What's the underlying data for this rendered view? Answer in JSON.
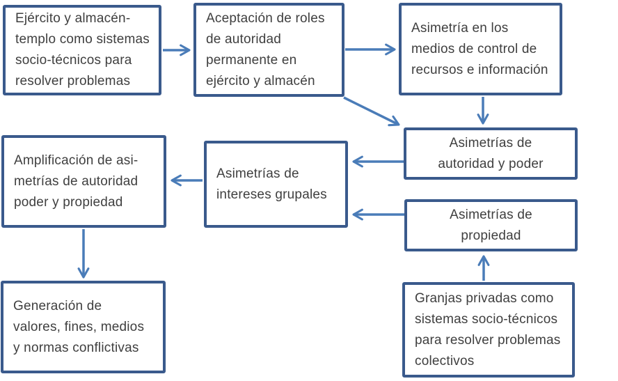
{
  "diagram": {
    "type": "flowchart",
    "colors": {
      "box_border": "#3a5a8c",
      "arrow": "#4a7cb8",
      "text": "#3f3f3f",
      "background": "#ffffff"
    },
    "boxes": [
      {
        "id": "ejercito-almacen",
        "text": "Ejército y almacén-\ntemplo como sistemas\nsocio-técnicos para\nresolver problemas"
      },
      {
        "id": "aceptacion-roles",
        "text": "Aceptación de roles\nde autoridad\npermanente en\nejército y almacén"
      },
      {
        "id": "asimetria-medios",
        "text": "Asimetría en los\nmedios de control de\nrecursos e información"
      },
      {
        "id": "asimetrias-autoridad-poder",
        "text": "Asimetrías de\nautoridad y poder"
      },
      {
        "id": "asimetrias-intereses",
        "text": "Asimetrías de\nintereses grupales"
      },
      {
        "id": "amplificacion-asimetrias",
        "text": "Amplificación de asi-\nmetrías de autoridad\npoder y propiedad"
      },
      {
        "id": "asimetrias-propiedad",
        "text": "Asimetrías de\npropiedad"
      },
      {
        "id": "generacion-valores",
        "text": "Generación de\nvalores, fines, medios\ny normas conflictivas"
      },
      {
        "id": "granjas-privadas",
        "text": "Granjas privadas como\nsistemas socio-técnicos\npara resolver problemas\ncolectivos"
      }
    ],
    "connections": [
      {
        "from": "ejercito-almacen",
        "to": "aceptacion-roles"
      },
      {
        "from": "aceptacion-roles",
        "to": "asimetria-medios"
      },
      {
        "from": "asimetria-medios",
        "to": "asimetrias-autoridad-poder"
      },
      {
        "from": "aceptacion-roles",
        "to": "asimetrias-autoridad-poder"
      },
      {
        "from": "asimetrias-autoridad-poder",
        "to": "asimetrias-intereses"
      },
      {
        "from": "asimetrias-propiedad",
        "to": "asimetrias-intereses"
      },
      {
        "from": "asimetrias-intereses",
        "to": "amplificacion-asimetrias"
      },
      {
        "from": "amplificacion-asimetrias",
        "to": "generacion-valores"
      },
      {
        "from": "granjas-privadas",
        "to": "asimetrias-propiedad"
      }
    ]
  }
}
